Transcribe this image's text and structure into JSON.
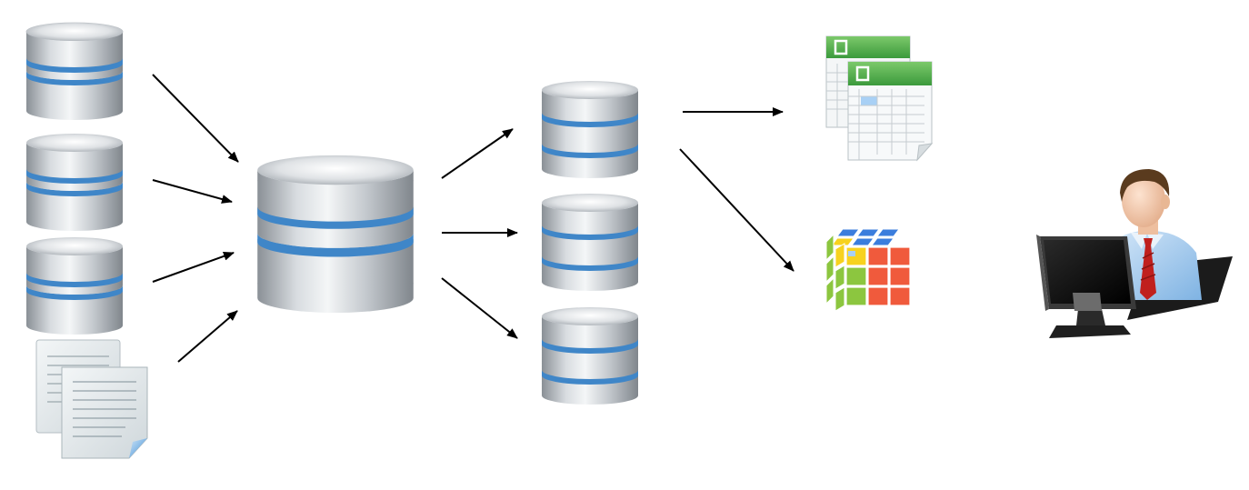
{
  "diagram": {
    "type": "data-flow",
    "colors": {
      "db_silver_light": "#f2f4f6",
      "db_silver_dark": "#8f959b",
      "db_band": "#3f86c8",
      "arrow": "#000000",
      "sheet_green": "#4aa84a",
      "cube_red": "#f05a3c",
      "cube_green": "#8cc63f",
      "cube_yellow": "#f7d21e",
      "cube_blue": "#3b7ddd",
      "shirt_blue": "#a8cdf0",
      "tie_red": "#c0201e"
    },
    "nodes": [
      {
        "id": "source-db-1",
        "icon": "database-icon"
      },
      {
        "id": "source-db-2",
        "icon": "database-icon"
      },
      {
        "id": "source-db-3",
        "icon": "database-icon"
      },
      {
        "id": "source-documents",
        "icon": "documents-icon"
      },
      {
        "id": "central-warehouse",
        "icon": "database-icon"
      },
      {
        "id": "data-mart-1",
        "icon": "database-icon"
      },
      {
        "id": "data-mart-2",
        "icon": "database-icon"
      },
      {
        "id": "data-mart-3",
        "icon": "database-icon"
      },
      {
        "id": "spreadsheet-reports",
        "icon": "spreadsheet-icon"
      },
      {
        "id": "olap-cube",
        "icon": "olap-cube-icon"
      },
      {
        "id": "business-user",
        "icon": "user-at-computer-icon"
      }
    ],
    "edges": [
      {
        "from": "source-db-1",
        "to": "central-warehouse"
      },
      {
        "from": "source-db-2",
        "to": "central-warehouse"
      },
      {
        "from": "source-db-3",
        "to": "central-warehouse"
      },
      {
        "from": "source-documents",
        "to": "central-warehouse"
      },
      {
        "from": "central-warehouse",
        "to": "data-mart-1"
      },
      {
        "from": "central-warehouse",
        "to": "data-mart-2"
      },
      {
        "from": "central-warehouse",
        "to": "data-mart-3"
      },
      {
        "from": "data-mart-1",
        "to": "spreadsheet-reports"
      },
      {
        "from": "data-mart-1",
        "to": "olap-cube"
      }
    ]
  }
}
